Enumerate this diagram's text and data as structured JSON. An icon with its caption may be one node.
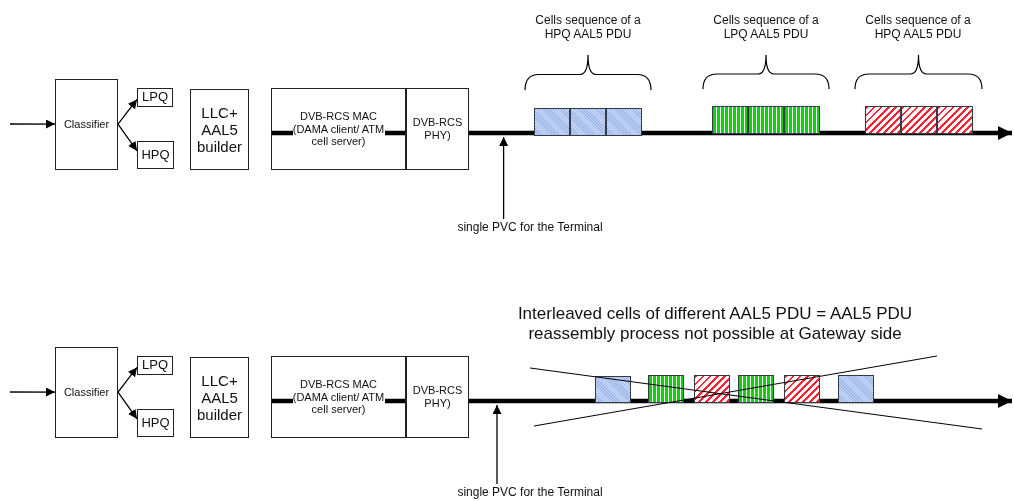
{
  "diagram": {
    "nodes": [
      {
        "text": [
          "Classifier"
        ]
      },
      {
        "text": [
          "LPQ"
        ]
      },
      {
        "text": [
          "HPQ"
        ]
      },
      {
        "text": [
          "LLC+ AAL5 builder"
        ]
      },
      {
        "text": [
          "DVB-RCS MAC (DAMA client/ ATM cell server)"
        ]
      },
      {
        "text": [
          "DVB-RCS PHY)"
        ]
      },
      {
        "text": [
          "single PVC for the Terminal"
        ]
      },
      {
        "text": [],
        "shape": "box"
      },
      {
        "text": [],
        "shape": "box"
      },
      {
        "text": [],
        "shape": "box"
      },
      {
        "text": [],
        "shape": "box"
      },
      {
        "text": [],
        "shape": "box"
      },
      {
        "text": [],
        "shape": "box"
      },
      {
        "text": [],
        "shape": "box"
      },
      {
        "text": [],
        "shape": "box"
      },
      {
        "text": [],
        "shape": "box"
      },
      {
        "text": [
          "Classifier"
        ]
      },
      {
        "text": [
          "LPQ"
        ]
      },
      {
        "text": [
          "HPQ"
        ]
      },
      {
        "text": [
          "LLC+ AAL5 builder"
        ]
      },
      {
        "text": [
          "DVB-RCS MAC (DAMA client/ ATM cell server)"
        ]
      },
      {
        "text": [
          "DVB-RCS PHY)"
        ]
      },
      {
        "text": [
          "single PVC for the Terminal"
        ]
      },
      {
        "text": [],
        "shape": "box"
      },
      {
        "text": [],
        "shape": "box"
      },
      {
        "text": [],
        "shape": "box"
      },
      {
        "text": [],
        "shape": "box"
      },
      {
        "text": [],
        "shape": "box"
      },
      {
        "text": [],
        "shape": "box"
      }
    ],
    "edges": [
      {
        "from": null,
        "to": 0,
        "arrow": "to"
      },
      {
        "from": 0,
        "to": 1,
        "arrow": "to"
      },
      {
        "from": 0,
        "to": 2,
        "arrow": "to"
      },
      {
        "from": 4,
        "to": null,
        "arrow": "to",
        "style": "thick"
      },
      {
        "from": 6,
        "to": null,
        "arrow": "to"
      },
      {
        "from": null,
        "to": 16,
        "arrow": "to"
      },
      {
        "from": 16,
        "to": 17,
        "arrow": "to"
      },
      {
        "from": 16,
        "to": 18,
        "arrow": "to"
      },
      {
        "from": 20,
        "to": null,
        "arrow": "to",
        "style": "thick"
      },
      {
        "from": 22,
        "to": null,
        "arrow": "to"
      }
    ],
    "labels": [
      "Cells sequence of a HPQ AAL5 PDU",
      "Cells sequence of a LPQ AAL5 PDU",
      "Cells sequence of a HPQ AAL5 PDU",
      "Interleaved cells of different AAL5 PDU = AAL5 PDU reassembly process not possible at Gateway side"
    ]
  }
}
